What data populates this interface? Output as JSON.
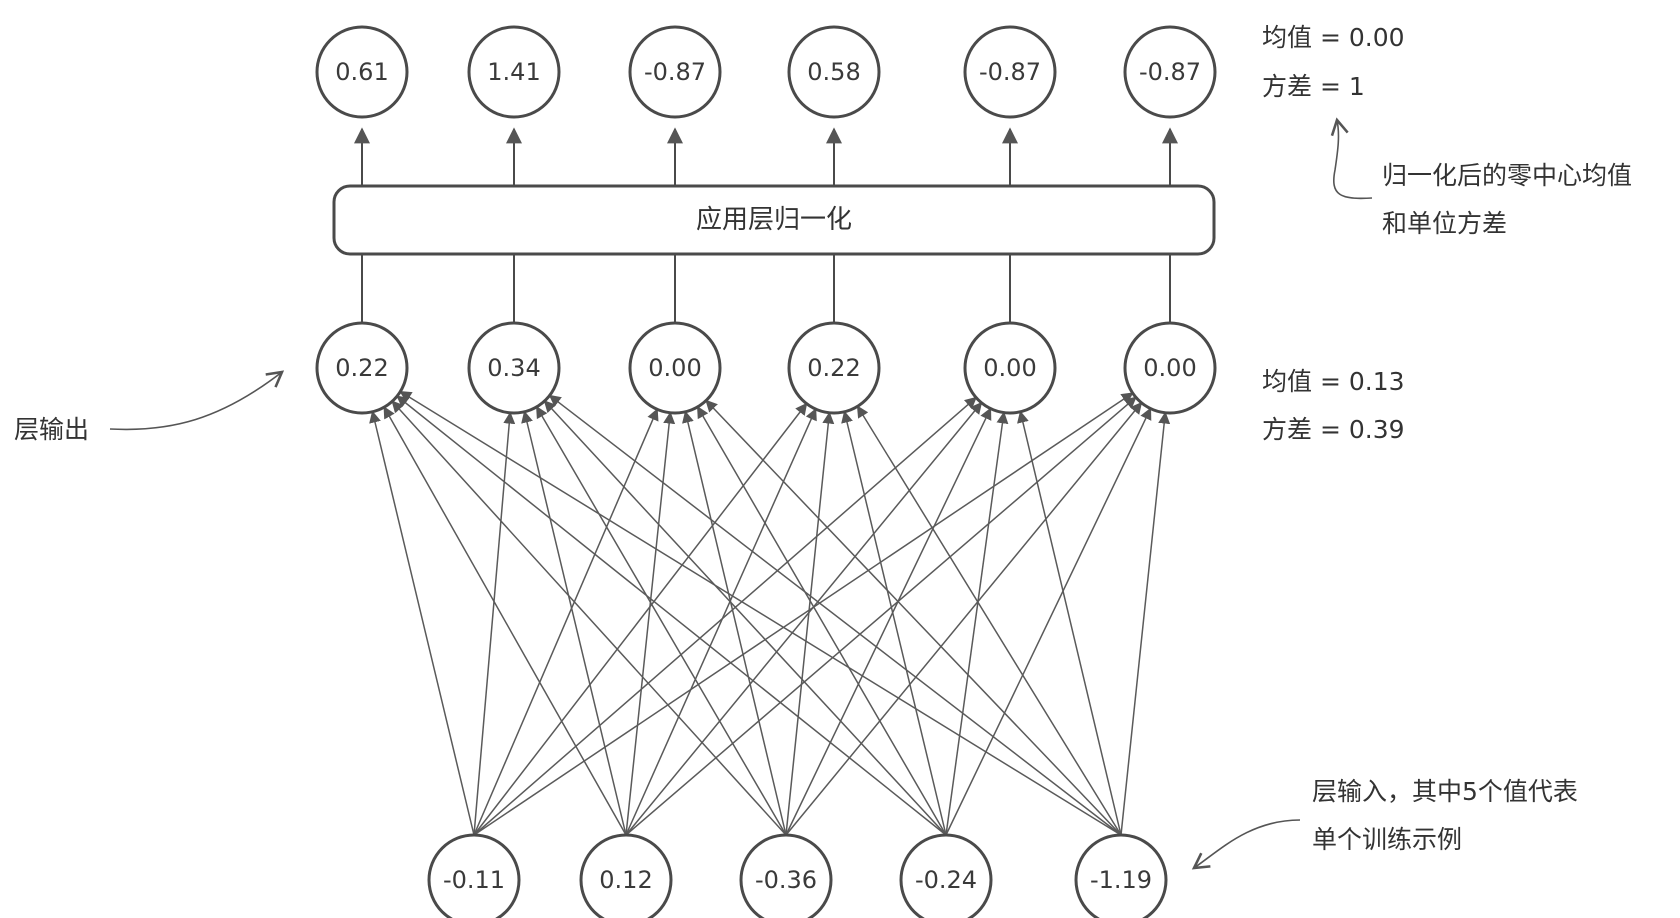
{
  "output_nodes": [
    "0.61",
    "1.41",
    "-0.87",
    "0.58",
    "-0.87",
    "-0.87"
  ],
  "layer_nodes": [
    "0.22",
    "0.34",
    "0.00",
    "0.22",
    "0.00",
    "0.00"
  ],
  "input_nodes": [
    "-0.11",
    "0.12",
    "-0.36",
    "-0.24",
    "-1.19"
  ],
  "norm_box": {
    "label": "应用层归一化"
  },
  "output_stats": {
    "mean": "均值 = 0.00",
    "variance": "方差 = 1"
  },
  "layer_stats": {
    "mean": "均值 = 0.13",
    "variance": "方差 = 0.39"
  },
  "annotations": {
    "norm_note": [
      "归一化后的零中心均值",
      "和单位方差"
    ],
    "layer_output": "层输出",
    "layer_input": [
      "层输入，其中5个值代表",
      "单个训练示例"
    ]
  }
}
